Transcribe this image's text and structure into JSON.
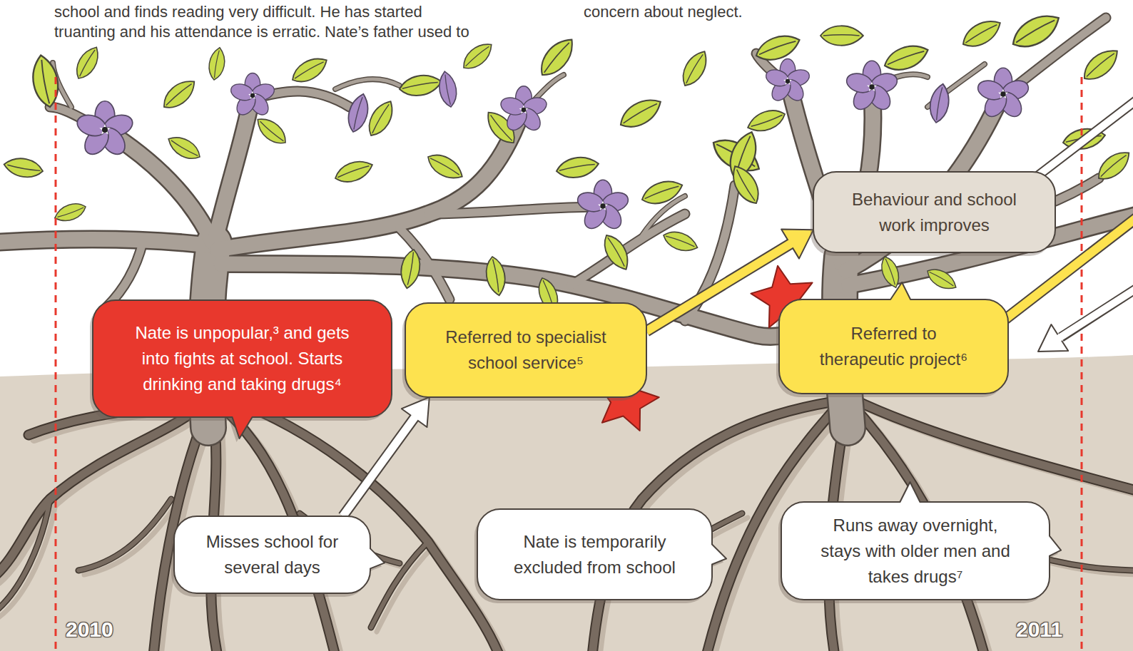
{
  "diagram": {
    "nodes": [
      {
        "text": [
          "Nate is unpopular,³ and gets into fights at school. Starts drinking and taking drugs⁴"
        ]
      },
      {
        "text": [
          "Referred to specialist school service⁵"
        ]
      },
      {
        "text": [
          "Behaviour and school work improves"
        ]
      },
      {
        "text": [
          "Referred to therapeutic project⁶"
        ]
      },
      {
        "text": [
          "Misses school for several days"
        ]
      },
      {
        "text": [
          "Nate is temporarily excluded from school"
        ]
      },
      {
        "text": [
          "Runs away overnight, stays with older men and takes drugs⁷"
        ]
      }
    ],
    "edges": [
      {
        "from": 4,
        "to": 1,
        "arrow": "to"
      },
      {
        "from": 1,
        "to": 2,
        "arrow": "to"
      }
    ],
    "labels": [
      "school and finds reading very difficult. He has started truanting and his attendance is erratic. Nate’s father used to",
      "concern about neglect.",
      "2010",
      "2011"
    ]
  }
}
